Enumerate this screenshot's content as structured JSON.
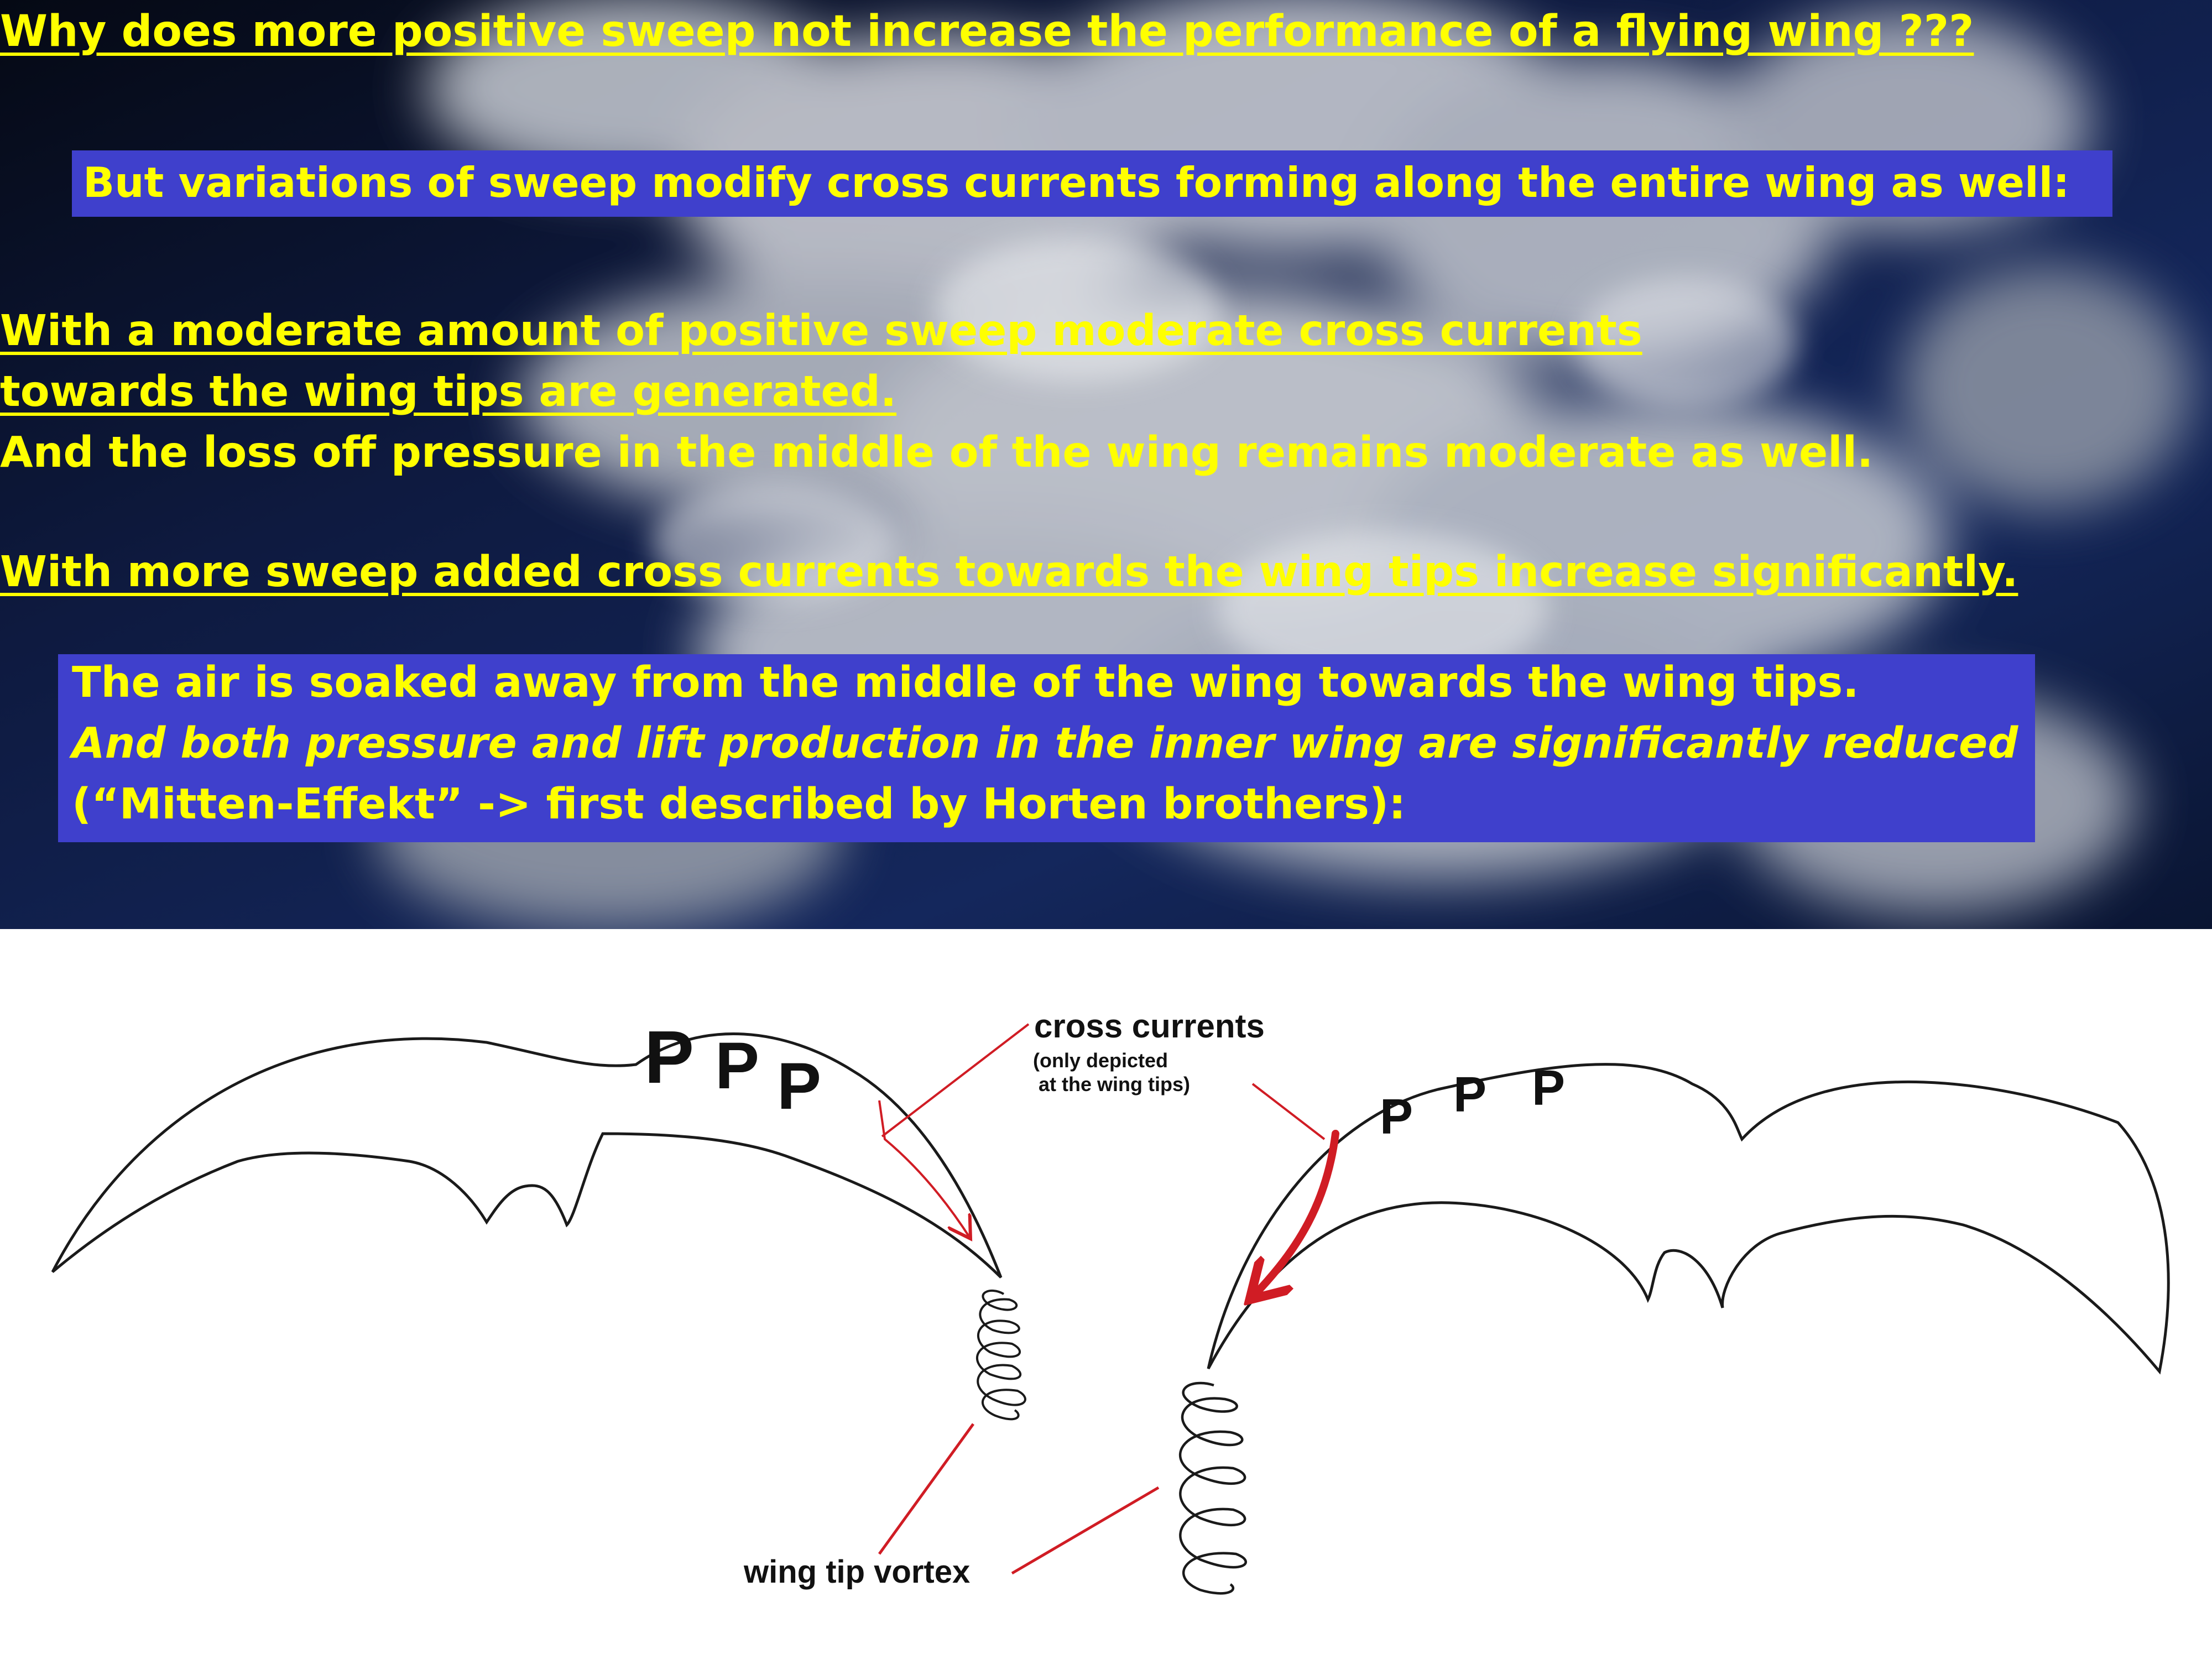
{
  "colors": {
    "text_yellow": "#ffff00",
    "box_blue": "#3f40cc",
    "arrow_red": "#d01c24",
    "sky_dark": "#0b1330"
  },
  "header": {
    "title": "Why does more positive sweep not increase the performance of a flying wing ???",
    "box1": "But variations of sweep modify cross currents forming along the entire wing as well:",
    "para1_line1": "With a moderate amount of positive sweep moderate cross currents",
    "para1_line2": "towards the wing tips are generated.",
    "para1_line3": "And the loss off pressure in the middle of the wing remains moderate as well.",
    "para2": "With more sweep added cross currents towards the wing tips increase significantly.",
    "box2_line1": "The air is soaked away from the middle of the wing towards the wing tips.",
    "box2_line2": "And both pressure and lift production in the inner wing are significantly reduced",
    "box2_line3": "(“Mitten-Effekt” -> first described by Horten brothers):"
  },
  "diagram": {
    "p_label": "P",
    "cross_currents_label": "cross currents",
    "cross_currents_note_line1": "(only depicted",
    "cross_currents_note_line2": "at the wing tips)",
    "vortex_label": "wing tip vortex"
  }
}
